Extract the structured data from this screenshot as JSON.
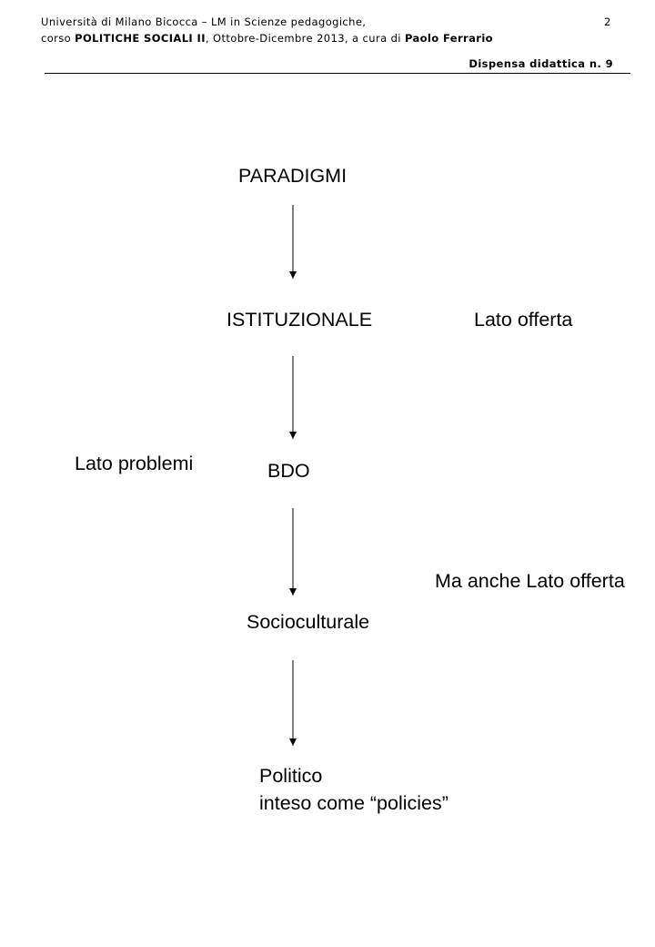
{
  "header": {
    "line1": "Università di Milano Bicocca – LM in Scienze pedagogiche,",
    "line2_pre": "corso ",
    "course": "POLITICHE SOCIALI II",
    "line2_mid": ", Ottobre-Dicembre 2013,  a cura di ",
    "author": "Paolo Ferrario",
    "page_number": "2",
    "dispensa": "Dispensa didattica n. 9"
  },
  "diagram": {
    "nodes": {
      "paradigmi": "PARADIGMI",
      "istituzionale": "ISTITUZIONALE",
      "bdo": "BDO",
      "socioculturale": "Socioculturale",
      "politico_line1": "Politico",
      "politico_line2": "inteso come “policies”"
    },
    "side_labels": {
      "lato_offerta": "Lato offerta",
      "lato_problemi": "Lato problemi",
      "ma_anche": "Ma anche Lato offerta"
    }
  }
}
